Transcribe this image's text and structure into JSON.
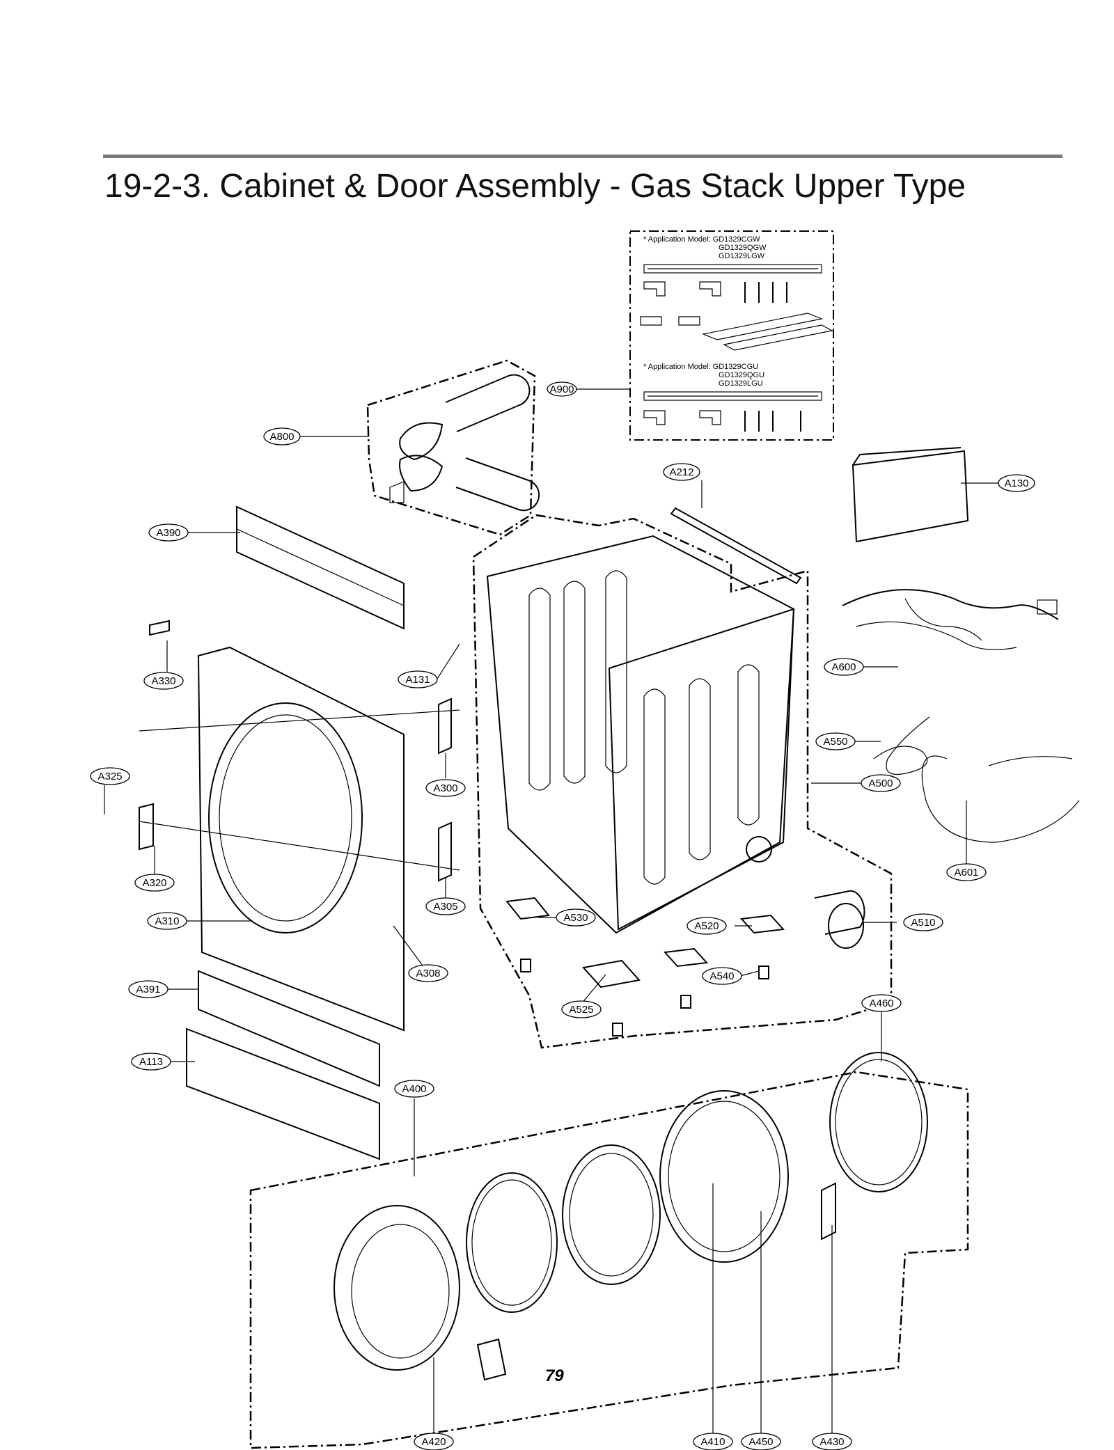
{
  "page": {
    "title": "19-2-3. Cabinet & Door Assembly - Gas Stack Upper Type",
    "page_number": "79"
  },
  "application_models": {
    "group1": {
      "heading": "* Application Model: GD1329CGW",
      "models": [
        "GD1329QGW",
        "GD1329LGW"
      ]
    },
    "group2": {
      "heading": "* Application Model: GD1329CGU",
      "models": [
        "GD1329QGU",
        "GD1329LGU"
      ]
    }
  },
  "part_labels": {
    "A900": "A900",
    "A800": "A800",
    "A212": "A212",
    "A130": "A130",
    "A390": "A390",
    "A330": "A330",
    "A131": "A131",
    "A600": "A600",
    "A550": "A550",
    "A325": "A325",
    "A300": "A300",
    "A500": "A500",
    "A320": "A320",
    "A601": "A601",
    "A305": "A305",
    "A310": "A310",
    "A530": "A530",
    "A520": "A520",
    "A510": "A510",
    "A308": "A308",
    "A540": "A540",
    "A391": "A391",
    "A525": "A525",
    "A460": "A460",
    "A113": "A113",
    "A400": "A400",
    "A420": "A420",
    "A410": "A410",
    "A450": "A450",
    "A430": "A430"
  }
}
